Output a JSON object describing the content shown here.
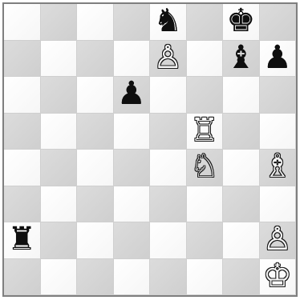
{
  "board": {
    "rows": [
      [
        null,
        null,
        null,
        null,
        {
          "piece": "n",
          "color": "black",
          "glyph": "♞",
          "icon": "black-knight-icon"
        },
        null,
        {
          "piece": "k",
          "color": "black",
          "glyph": "♚",
          "icon": "black-king-icon"
        },
        null
      ],
      [
        null,
        null,
        null,
        null,
        {
          "piece": "p",
          "color": "white",
          "glyph": "♙",
          "icon": "white-pawn-icon"
        },
        null,
        {
          "piece": "b",
          "color": "black",
          "glyph": "♝",
          "icon": "black-bishop-icon"
        },
        {
          "piece": "p",
          "color": "black",
          "glyph": "♟",
          "icon": "black-pawn-icon"
        }
      ],
      [
        null,
        null,
        null,
        {
          "piece": "p",
          "color": "black",
          "glyph": "♟",
          "icon": "black-pawn-icon"
        },
        null,
        null,
        null,
        null
      ],
      [
        null,
        null,
        null,
        null,
        null,
        {
          "piece": "r",
          "color": "white",
          "glyph": "♖",
          "icon": "white-rook-icon"
        },
        null,
        null
      ],
      [
        null,
        null,
        null,
        null,
        null,
        {
          "piece": "n",
          "color": "white",
          "glyph": "♘",
          "icon": "white-knight-icon"
        },
        null,
        {
          "piece": "b",
          "color": "white",
          "glyph": "♗",
          "icon": "white-bishop-icon"
        }
      ],
      [
        null,
        null,
        null,
        null,
        null,
        null,
        null,
        null
      ],
      [
        {
          "piece": "r",
          "color": "black",
          "glyph": "♜",
          "icon": "black-rook-icon"
        },
        null,
        null,
        null,
        null,
        null,
        null,
        {
          "piece": "p",
          "color": "white",
          "glyph": "♙",
          "icon": "white-pawn-icon"
        }
      ],
      [
        null,
        null,
        null,
        null,
        null,
        null,
        null,
        {
          "piece": "k",
          "color": "white",
          "glyph": "♔",
          "icon": "white-king-icon"
        }
      ]
    ]
  },
  "colors": {
    "light_square": "#f6f6f6",
    "dark_square": "#d6d6d6",
    "border": "#7f7f7f",
    "white_piece_fill": "#f7f7f7",
    "black_piece_fill": "#0f0f0f"
  }
}
